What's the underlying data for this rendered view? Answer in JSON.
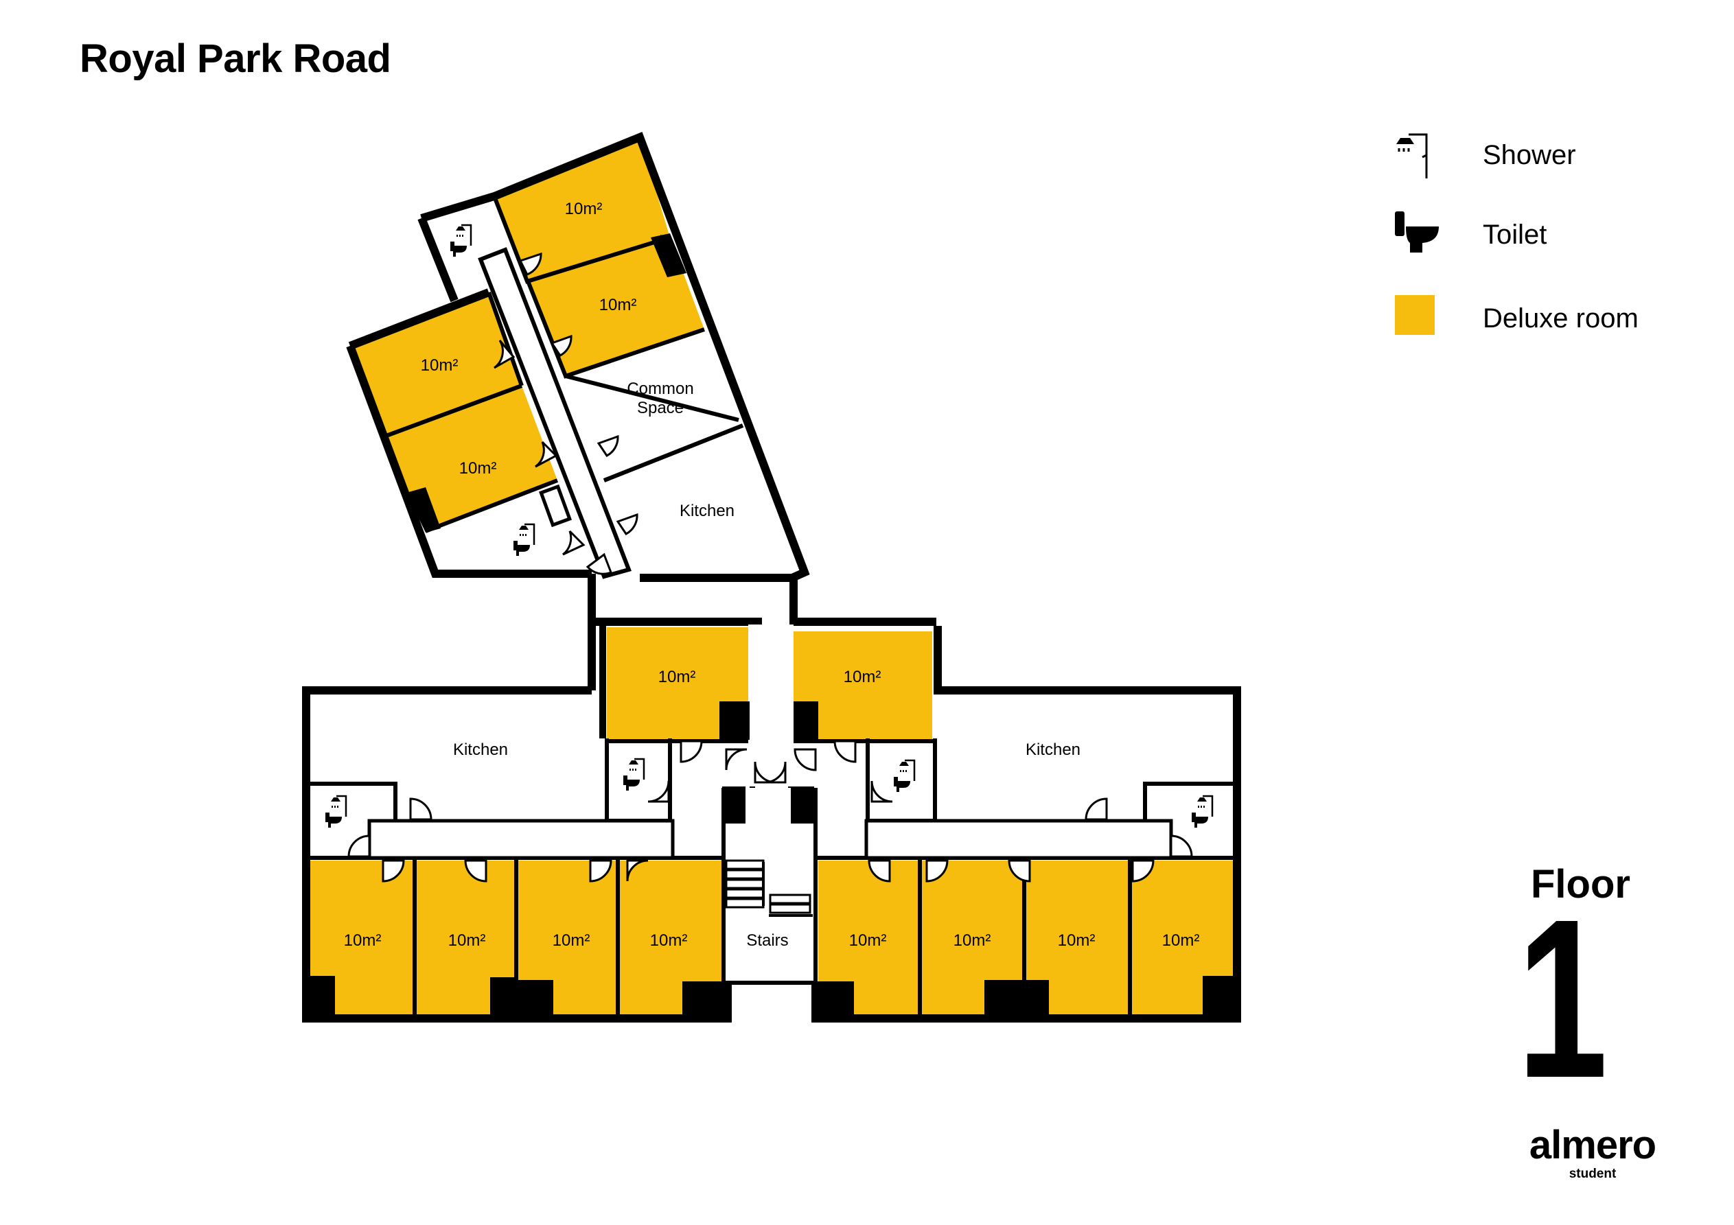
{
  "title": "Royal Park Road",
  "legend": [
    {
      "icon": "shower-icon",
      "label": "Shower"
    },
    {
      "icon": "toilet-icon",
      "label": "Toilet"
    },
    {
      "icon": "deluxe-room-swatch",
      "label": "Deluxe room"
    }
  ],
  "colors": {
    "deluxe": "#F6BD0E",
    "wall": "#000000",
    "floor": "#FFFFFF"
  },
  "rooms": {
    "size_label": "10m²",
    "kitchen": "Kitchen",
    "common_1": "Common",
    "common_2": "Space",
    "stairs": "Stairs"
  },
  "floor": {
    "word": "Floor",
    "number": "1"
  },
  "brand": {
    "name": "almero",
    "sub": "student"
  }
}
